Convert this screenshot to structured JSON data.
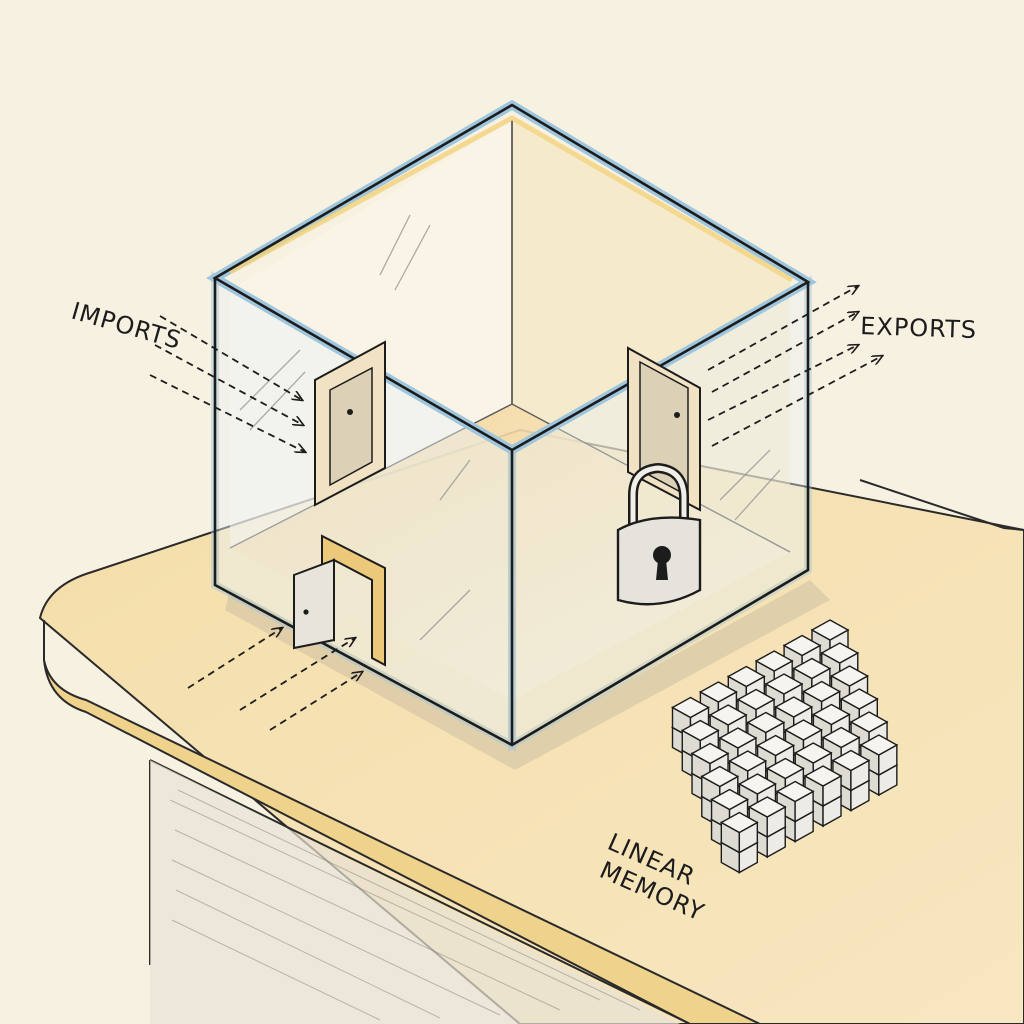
{
  "labels": {
    "imports": "IMPORTS",
    "exports": "EXPORTS",
    "memory_line1": "LINEAR",
    "memory_line2": "MEMORY"
  },
  "colors": {
    "background": "#f7f1e1",
    "table_top": "#f2dca6",
    "table_edge": "#ecc87a",
    "glass_tint": "#dcebf3",
    "floor_glow": "#f4d79a",
    "ink": "#1c1c1c"
  },
  "icons": {
    "lock": "padlock-icon",
    "door": "door-icon",
    "memory_cells": "cube-grid-icon",
    "arrows": "dashed-arrow-icon"
  }
}
